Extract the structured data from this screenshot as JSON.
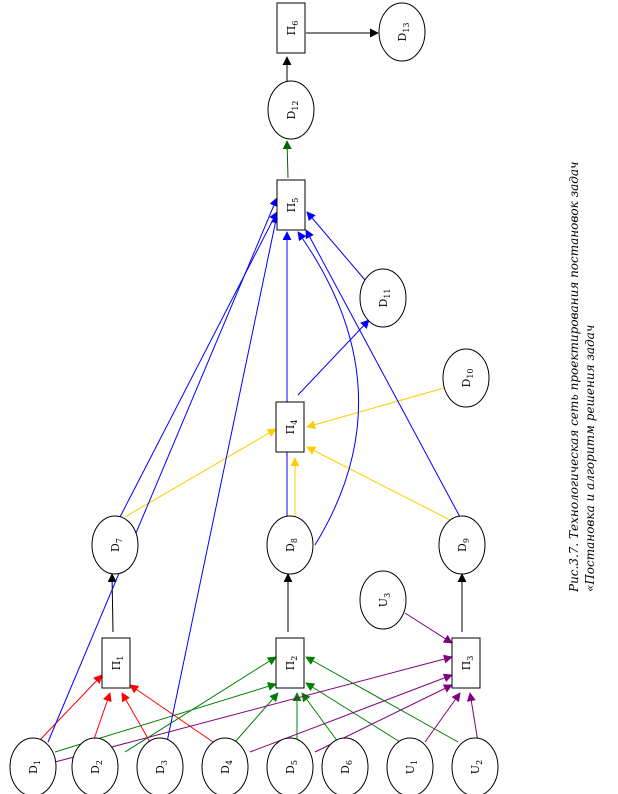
{
  "nodes": {
    "D1": {
      "label": "D",
      "sub": "1"
    },
    "D2": {
      "label": "D",
      "sub": "2"
    },
    "D3": {
      "label": "D",
      "sub": "3"
    },
    "D4": {
      "label": "D",
      "sub": "4"
    },
    "D5": {
      "label": "D",
      "sub": "5"
    },
    "D6": {
      "label": "D",
      "sub": "6"
    },
    "U1": {
      "label": "U",
      "sub": "1"
    },
    "U2": {
      "label": "U",
      "sub": "2"
    },
    "U3": {
      "label": "U",
      "sub": "3"
    },
    "D7": {
      "label": "D",
      "sub": "7"
    },
    "D8": {
      "label": "D",
      "sub": "8"
    },
    "D9": {
      "label": "D",
      "sub": "9"
    },
    "D10": {
      "label": "D",
      "sub": "10"
    },
    "D11": {
      "label": "D",
      "sub": "11"
    },
    "D12": {
      "label": "D",
      "sub": "12"
    },
    "D13": {
      "label": "D",
      "sub": "13"
    },
    "P1": {
      "label": "П",
      "sub": "1"
    },
    "P2": {
      "label": "П",
      "sub": "2"
    },
    "P3": {
      "label": "П",
      "sub": "3"
    },
    "P4": {
      "label": "П",
      "sub": "4"
    },
    "P5": {
      "label": "П",
      "sub": "5"
    },
    "P6": {
      "label": "П",
      "sub": "6"
    }
  },
  "caption": {
    "line1": "Рис.3.7. Технологическая сеть проектирования постановок задач",
    "line2": "«Постановка и алгоритм решения задач"
  },
  "edge_colors": {
    "red": "#ff0000",
    "green": "#008000",
    "purple": "#800080",
    "blue": "#0000ff",
    "yellow": "#ffcc00",
    "black": "#000000",
    "darkgreen": "#006400"
  }
}
